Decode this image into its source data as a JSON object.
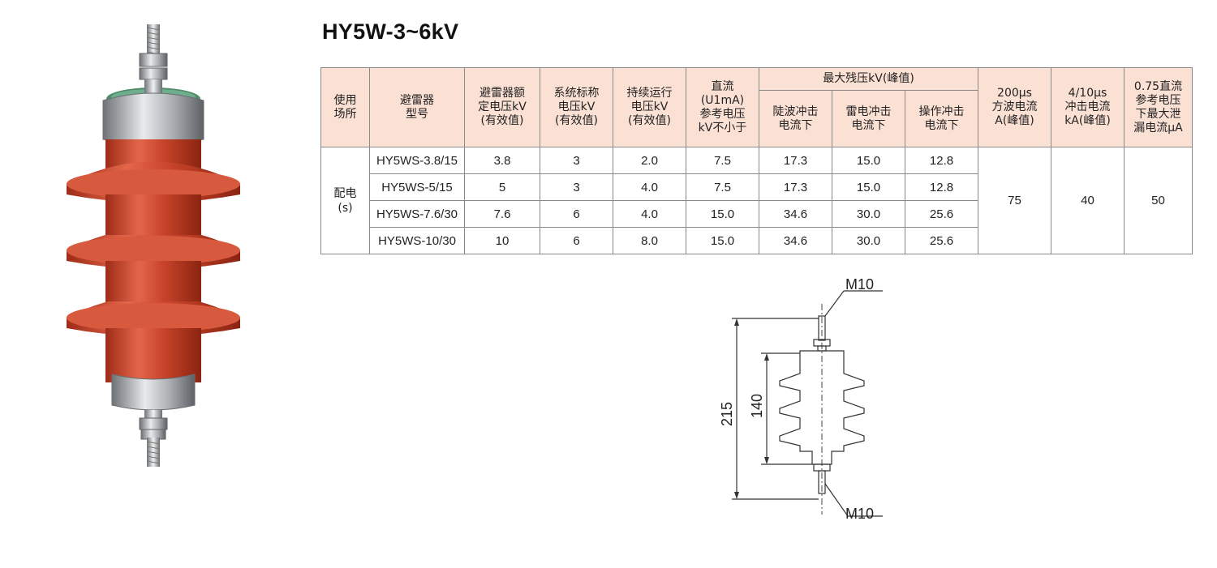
{
  "title": "HY5W-3~6kV",
  "table": {
    "headers": {
      "location": [
        "使用",
        "场所"
      ],
      "model": [
        "避雷器",
        "型号"
      ],
      "rated_voltage": [
        "避雷器额",
        "定电压kV",
        "(有效值)"
      ],
      "system_voltage": [
        "系统标称",
        "电压kV",
        "(有效值)"
      ],
      "continuous_voltage": [
        "持续运行",
        "电压kV",
        "(有效值)"
      ],
      "dc_reference": [
        "直流",
        "(U1mA)",
        "参考电压",
        "kV不小于"
      ],
      "residual_group": "最大残压kV(峰值)",
      "steep": [
        "陡波冲击",
        "电流下"
      ],
      "lightning": [
        "雷电冲击",
        "电流下"
      ],
      "switching": [
        "操作冲击",
        "电流下"
      ],
      "square_wave": [
        "200μs",
        "方波电流",
        "A(峰值)"
      ],
      "impulse": [
        "4/10μs",
        "冲击电流",
        "kA(峰值)"
      ],
      "leakage": [
        "0.75直流",
        "参考电压",
        "下最大泄",
        "漏电流μA"
      ]
    },
    "location_value": [
      "配电",
      "(s)"
    ],
    "rows": [
      {
        "model": "HY5WS-3.8/15",
        "rated": "3.8",
        "system": "3",
        "continuous": "2.0",
        "dc": "7.5",
        "steep": "17.3",
        "lightning": "15.0",
        "switching": "12.8"
      },
      {
        "model": "HY5WS-5/15",
        "rated": "5",
        "system": "3",
        "continuous": "4.0",
        "dc": "7.5",
        "steep": "17.3",
        "lightning": "15.0",
        "switching": "12.8"
      },
      {
        "model": "HY5WS-7.6/30",
        "rated": "7.6",
        "system": "6",
        "continuous": "4.0",
        "dc": "15.0",
        "steep": "34.6",
        "lightning": "30.0",
        "switching": "25.6"
      },
      {
        "model": "HY5WS-10/30",
        "rated": "10",
        "system": "6",
        "continuous": "8.0",
        "dc": "15.0",
        "steep": "34.6",
        "lightning": "30.0",
        "switching": "25.6"
      }
    ],
    "square_wave_value": "75",
    "impulse_value": "40",
    "leakage_value": "50"
  },
  "drawing": {
    "thread_top": "M10",
    "thread_bottom": "M10",
    "overall_height": "215",
    "body_height": "140"
  },
  "colors": {
    "header_bg": "#fbe0d4",
    "insulator_red": "#c8442a",
    "metal": "#a9adb1"
  }
}
